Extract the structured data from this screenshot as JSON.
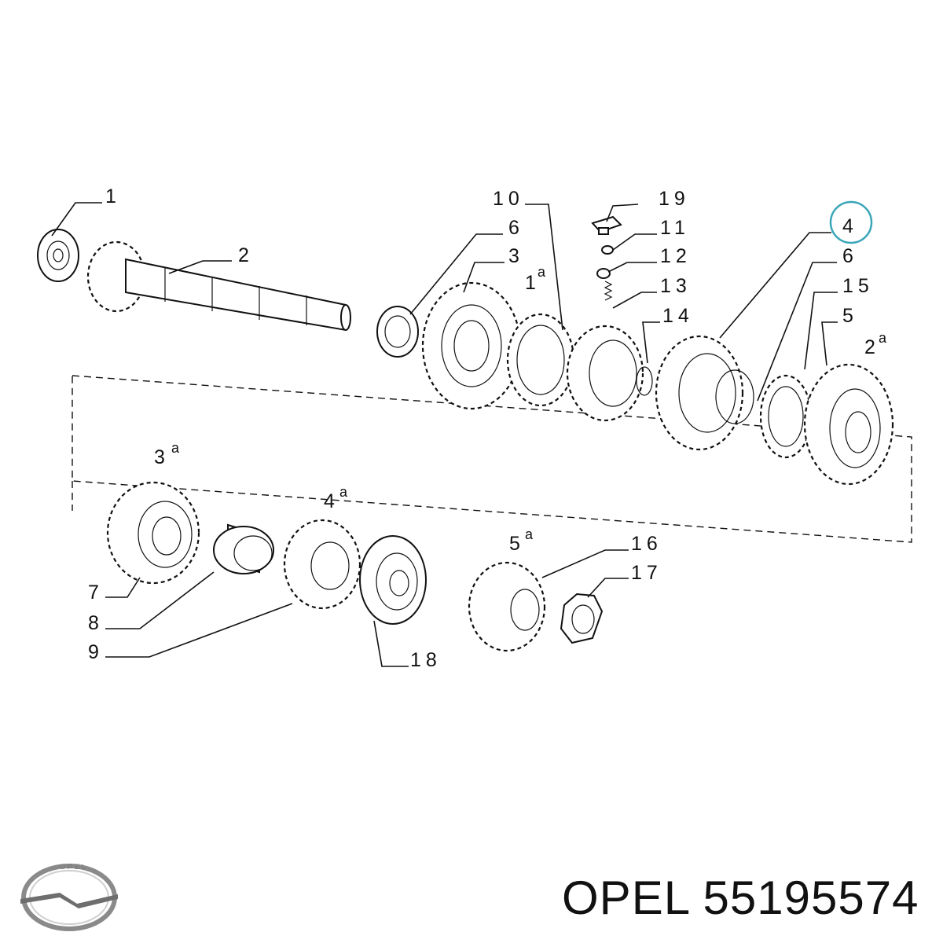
{
  "callouts": [
    {
      "id": "c1",
      "text": "1"
    },
    {
      "id": "c2",
      "text": "2"
    },
    {
      "id": "c10",
      "text": "10"
    },
    {
      "id": "c19",
      "text": "19"
    },
    {
      "id": "c6a",
      "text": "6"
    },
    {
      "id": "c3",
      "text": "3"
    },
    {
      "id": "c1a",
      "text": "1",
      "sup": "a"
    },
    {
      "id": "c11",
      "text": "11"
    },
    {
      "id": "c12",
      "text": "12"
    },
    {
      "id": "c13",
      "text": "13"
    },
    {
      "id": "c14",
      "text": "14"
    },
    {
      "id": "c4",
      "text": "4"
    },
    {
      "id": "c6b",
      "text": "6"
    },
    {
      "id": "c15",
      "text": "15"
    },
    {
      "id": "c5",
      "text": "5"
    },
    {
      "id": "c2a",
      "text": "2",
      "sup": "a"
    },
    {
      "id": "c3a",
      "text": "3",
      "sup": "a"
    },
    {
      "id": "c4a",
      "text": "4",
      "sup": "a"
    },
    {
      "id": "c5a",
      "text": "5",
      "sup": "a"
    },
    {
      "id": "c7",
      "text": "7"
    },
    {
      "id": "c8",
      "text": "8"
    },
    {
      "id": "c9",
      "text": "9"
    },
    {
      "id": "c16",
      "text": "16"
    },
    {
      "id": "c17",
      "text": "17"
    },
    {
      "id": "c18",
      "text": "18"
    }
  ],
  "highlight": {
    "callout": "4",
    "color": "#3aa6b9"
  },
  "brand": {
    "text": "OPEL 55195574",
    "logo_text": "OPEL"
  }
}
